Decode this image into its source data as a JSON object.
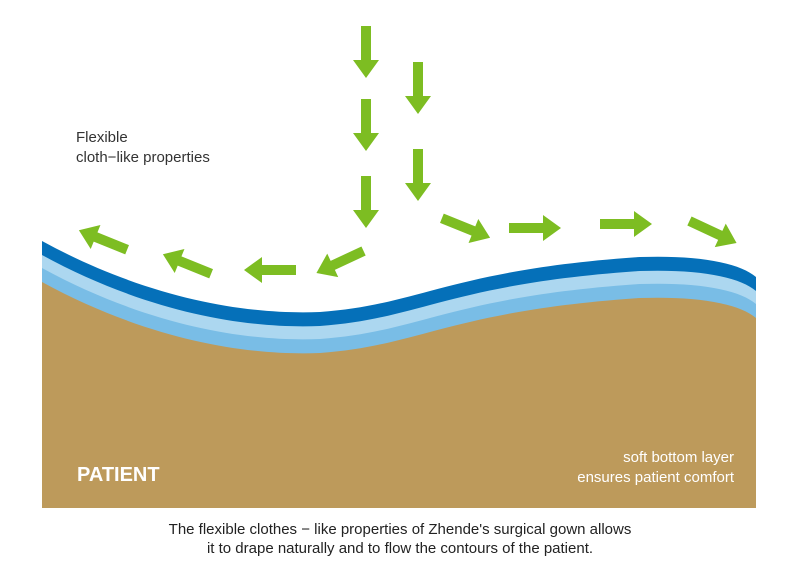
{
  "labels": {
    "flexible_line1": "Flexible",
    "flexible_line2": "cloth−like properties",
    "patient": "PATIENT",
    "soft_line1": "soft bottom layer",
    "soft_line2": "ensures patient comfort"
  },
  "caption": {
    "line1": "The flexible clothes − like properties of Zhende's surgical gown allows",
    "line2": "it to drape naturally and to flow the contours of the patient."
  },
  "colors": {
    "arrow": "#7dbd22",
    "outer_layer": "#0570b9",
    "middle_layer": "#acd7f0",
    "inner_layer": "#79bde6",
    "patient": "#bd9a5b"
  }
}
